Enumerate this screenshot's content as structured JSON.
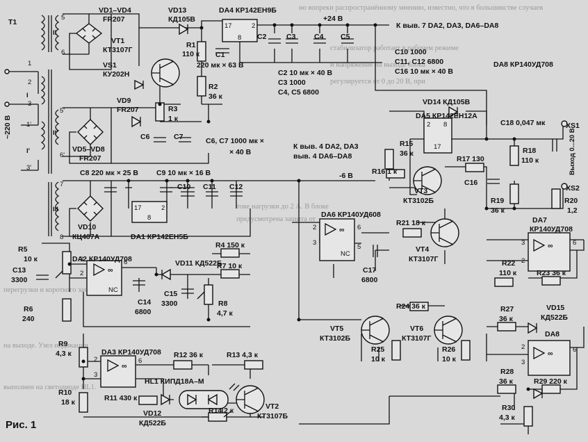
{
  "figure_caption": "Рис. 1",
  "mains_label": "~220 В",
  "output_label": "Выход 0...20 В",
  "terminals": [
    "XS1",
    "XS2"
  ],
  "supply_rails": {
    "plus24": "+24 В",
    "minus6": "-6 В",
    "to_pin7": "К выв. 7 DA2, DA3, DA6–DA8",
    "to_pin4_line1": "К выв. 4 DA2, DA3",
    "to_pin4_line2": "выв. 4 DA6–DA8"
  },
  "transformer": {
    "name": "T1",
    "windings": [
      "I",
      "I'",
      "II",
      "II'",
      "III"
    ],
    "pins": [
      "1",
      "2",
      "3",
      "1'",
      "3'",
      "5",
      "6",
      "5'",
      "6'",
      "7",
      "8"
    ]
  },
  "components": {
    "vd1_4": [
      "VD1–VD4",
      "FR207"
    ],
    "vd5_8": [
      "VD5–VD8",
      "FR207"
    ],
    "vd9": [
      "VD9",
      "FR207"
    ],
    "vd10": [
      "VD10",
      "КЦ407А"
    ],
    "vd11": "VD11 КД522Б",
    "vd12": [
      "VD12",
      "КД522Б"
    ],
    "vd13": [
      "VD13",
      "КД105В"
    ],
    "vd14": "VD14 КД105В",
    "vd15": [
      "VD15",
      "КД522Б"
    ],
    "vs1": [
      "VS1",
      "КУ202Н"
    ],
    "vt1": [
      "VT1",
      "КТ3107Г"
    ],
    "vt2": [
      "VT2",
      "КТ3107Б"
    ],
    "vt3": [
      "VT3",
      "КТ3102Б"
    ],
    "vt4": [
      "VT4",
      "КТ3107Г"
    ],
    "vt5": [
      "VT5",
      "КТ3102Б"
    ],
    "vt6": [
      "VT6",
      "КТ3107Г"
    ],
    "hl1": "HL1 КИПД18А–М",
    "da1": "DA1 КР142ЕН5Б",
    "da2": "DA2 КР140УД708",
    "da3": "DA3 КР140УД708",
    "da4": "DA4 КР142ЕН9Б",
    "da5": "DA5 КР142ЕН12А",
    "da6": "DA6 КР140УД608",
    "da7": [
      "DA7",
      "КР140УД708"
    ],
    "da8_title": "DA8 КР140УД708",
    "da8_block": "DA8",
    "r1": [
      "R1",
      "110 к"
    ],
    "r2": [
      "R2",
      "36 к"
    ],
    "r3": [
      "R3",
      "1 к"
    ],
    "r4": "R4 150 к",
    "r5": [
      "R5",
      "10 к"
    ],
    "r6": [
      "R6",
      "240"
    ],
    "r7": "R7 10 к",
    "r8": [
      "R8",
      "4,7 к"
    ],
    "r9": [
      "R9",
      "4,3 к"
    ],
    "r10": [
      "R10",
      "18 к"
    ],
    "r11": "R11 430 к",
    "r12": "R12 36 к",
    "r13": "R13 4,3 к",
    "r14": "R14 2 к",
    "r15": [
      "R15",
      "36 к"
    ],
    "r16": "R16 1 к",
    "r17": "R17 130",
    "r18": [
      "R18",
      "110 к"
    ],
    "r19": [
      "R19",
      "36 к"
    ],
    "r20": [
      "R20",
      "1,2"
    ],
    "r21": "R21 18 к",
    "r22": [
      "R22",
      "110 к"
    ],
    "r23": "R23 36 к",
    "r24": "R24 36 к",
    "r25": [
      "R25",
      "10 к"
    ],
    "r26": [
      "R26",
      "10 к"
    ],
    "r27": [
      "R27",
      "36 к"
    ],
    "r28": [
      "R28",
      "36 к"
    ],
    "r29": "R29 220 к",
    "r30": [
      "R30",
      "4,3 к"
    ],
    "c1": [
      "C1",
      "220 мк × 63 В"
    ],
    "c2_c5": [
      "C2",
      "C3",
      "C4",
      "C5"
    ],
    "c6_c7": [
      "C6",
      "C7"
    ],
    "c6c7_note": [
      "C6, C7 1000 мк ×",
      "× 40 В"
    ],
    "c8": "C8 220 мк × 25 В",
    "c9": "C9 10 мк × 16 В",
    "c10_c12": [
      "C10",
      "C11",
      "C12"
    ],
    "c13": [
      "C13",
      "3300"
    ],
    "c14": [
      "C14",
      "6800"
    ],
    "c15": [
      "C15",
      "3300"
    ],
    "c16": "C16",
    "c17": [
      "C17",
      "6800"
    ],
    "c18": "C18 0,047 мк",
    "cap_list_right": [
      "C10 1000",
      "C11, C12 6800",
      "C16 10 мк × 40 В"
    ],
    "cap_list_mid": [
      "C2 10 мк × 40 В",
      "C3 1000",
      "C4, C5 6800"
    ]
  },
  "opamp_marks": {
    "nc": "NC",
    "inf": "∞",
    "pins": [
      "2",
      "3",
      "6",
      "5",
      "8",
      "17"
    ]
  },
  "bg_text": [
    "но вопреки распространённому мнению, известно, что в большинстве случаев",
    "стабилизатор работает в рабочем режиме",
    "и напряжение на выходе блока",
    "регулируется от 0 до 20 В, при",
    "токе нагрузки до 2 А. В блоке",
    "предусмотрена защита от",
    "перегрузки и короткого замыкания",
    "на выходе. Узел индикации",
    "выполнен на светодиоде HL1."
  ]
}
